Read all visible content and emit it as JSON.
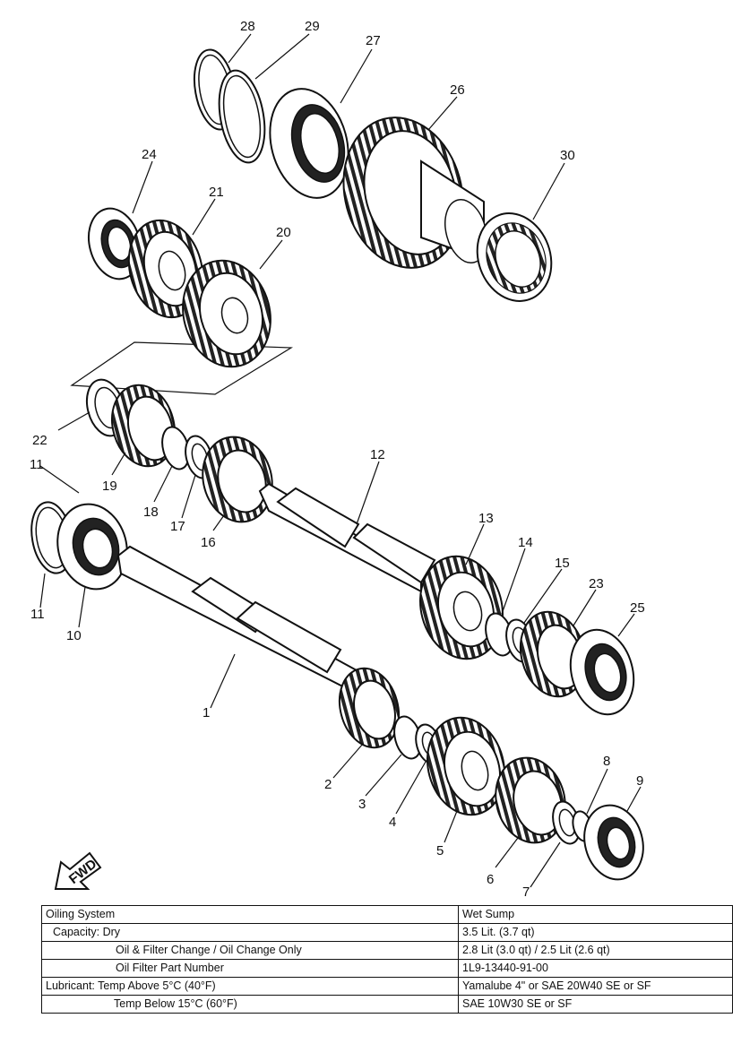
{
  "callouts": {
    "n1": "1",
    "n2": "2",
    "n3": "3",
    "n4": "4",
    "n5": "5",
    "n6": "6",
    "n7": "7",
    "n8": "8",
    "n9": "9",
    "n10": "10",
    "n11a": "11",
    "n11b": "11",
    "n12": "12",
    "n13": "13",
    "n14": "14",
    "n15": "15",
    "n16": "16",
    "n17": "17",
    "n18": "18",
    "n19": "19",
    "n20": "20",
    "n21": "21",
    "n22": "22",
    "n23": "23",
    "n24": "24",
    "n25": "25",
    "n26": "26",
    "n27": "27",
    "n28": "28",
    "n29": "29",
    "n30": "30"
  },
  "fwd_label": "FWD",
  "spec_table": {
    "rows": [
      {
        "label": "Oiling System",
        "value": "Wet Sump"
      },
      {
        "label": "Capacity: Dry",
        "value": "3.5 Lit. (3.7 qt)"
      },
      {
        "label": "Oil & Filter Change / Oil Change Only",
        "value": "2.8 Lit (3.0 qt) / 2.5 Lit (2.6 qt)"
      },
      {
        "label": "Oil Filter Part Number",
        "value": "1L9-13440-91-00"
      },
      {
        "label": "Lubricant: Temp Above 5°C (40°F)",
        "value": "Yamalube 4\" or SAE 20W40 SE or SF"
      },
      {
        "label": "Temp Below 15°C (60°F)",
        "value": "SAE 10W30 SE or SF"
      }
    ]
  }
}
